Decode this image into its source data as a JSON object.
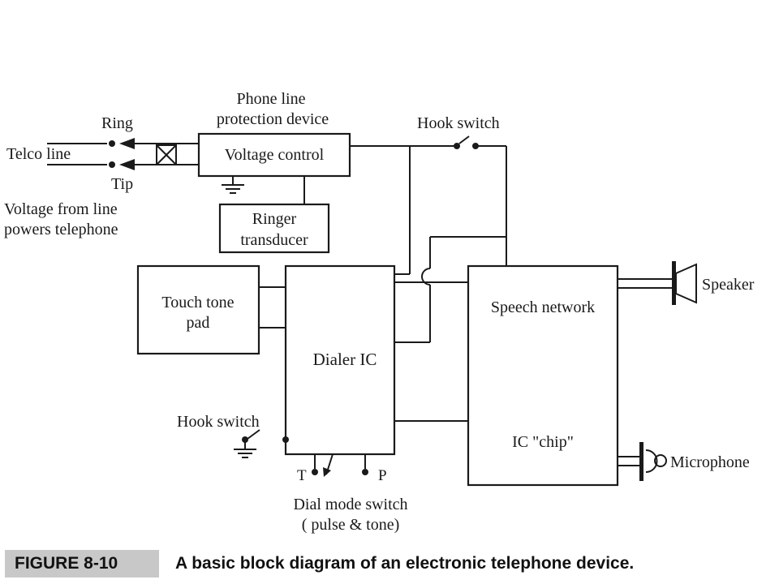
{
  "diagram": {
    "labels": {
      "ring": "Ring",
      "telco_line": "Telco line",
      "tip": "Tip",
      "voltage_note_1": "Voltage from line",
      "voltage_note_2": "powers telephone",
      "protection_1": "Phone line",
      "protection_2": "protection device",
      "hook_switch_top": "Hook switch",
      "hook_switch_bottom": "Hook switch",
      "speaker": "Speaker",
      "microphone": "Microphone",
      "dial_mode_1": "Dial mode switch",
      "dial_mode_2": "( pulse & tone)",
      "tone_terminal": "T",
      "pulse_terminal": "P"
    },
    "blocks": {
      "voltage_control": "Voltage control",
      "ringer_1": "Ringer",
      "ringer_2": "transducer",
      "touch_tone_1": "Touch tone",
      "touch_tone_2": "pad",
      "dialer": "Dialer IC",
      "speech_network": "Speech network",
      "ic_chip": "IC \"chip\""
    },
    "icons": [
      "ground-icon",
      "crossed-box-icon",
      "arrow-icon",
      "speaker-icon",
      "microphone-icon",
      "switch-icon"
    ]
  },
  "caption": {
    "figure": "FIGURE 8-10",
    "text": "A basic block diagram of an electronic telephone device."
  }
}
